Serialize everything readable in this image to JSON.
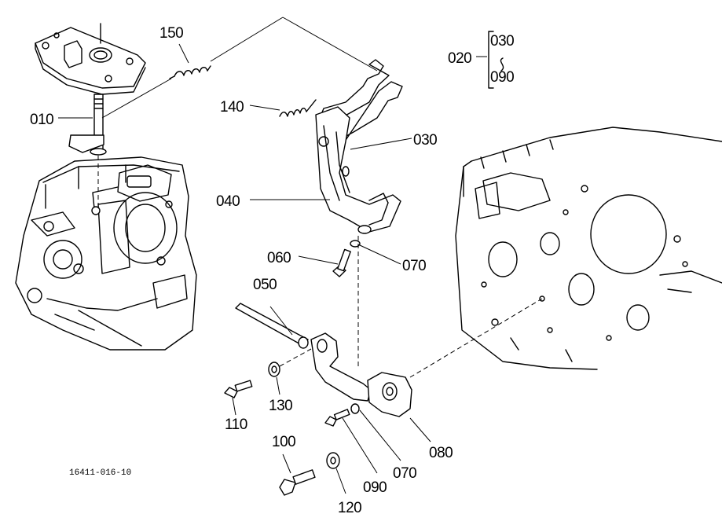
{
  "callouts": {
    "p010": "010",
    "p020": "020",
    "p030_group": "030",
    "p090_group": "090",
    "p030": "030",
    "p040": "040",
    "p050": "050",
    "p060": "060",
    "p070_upper": "070",
    "p070_lower": "070",
    "p080": "080",
    "p090": "090",
    "p100": "100",
    "p110": "110",
    "p120": "120",
    "p130": "130",
    "p140": "140",
    "p150": "150"
  },
  "drawing_code": "16411-016-10"
}
